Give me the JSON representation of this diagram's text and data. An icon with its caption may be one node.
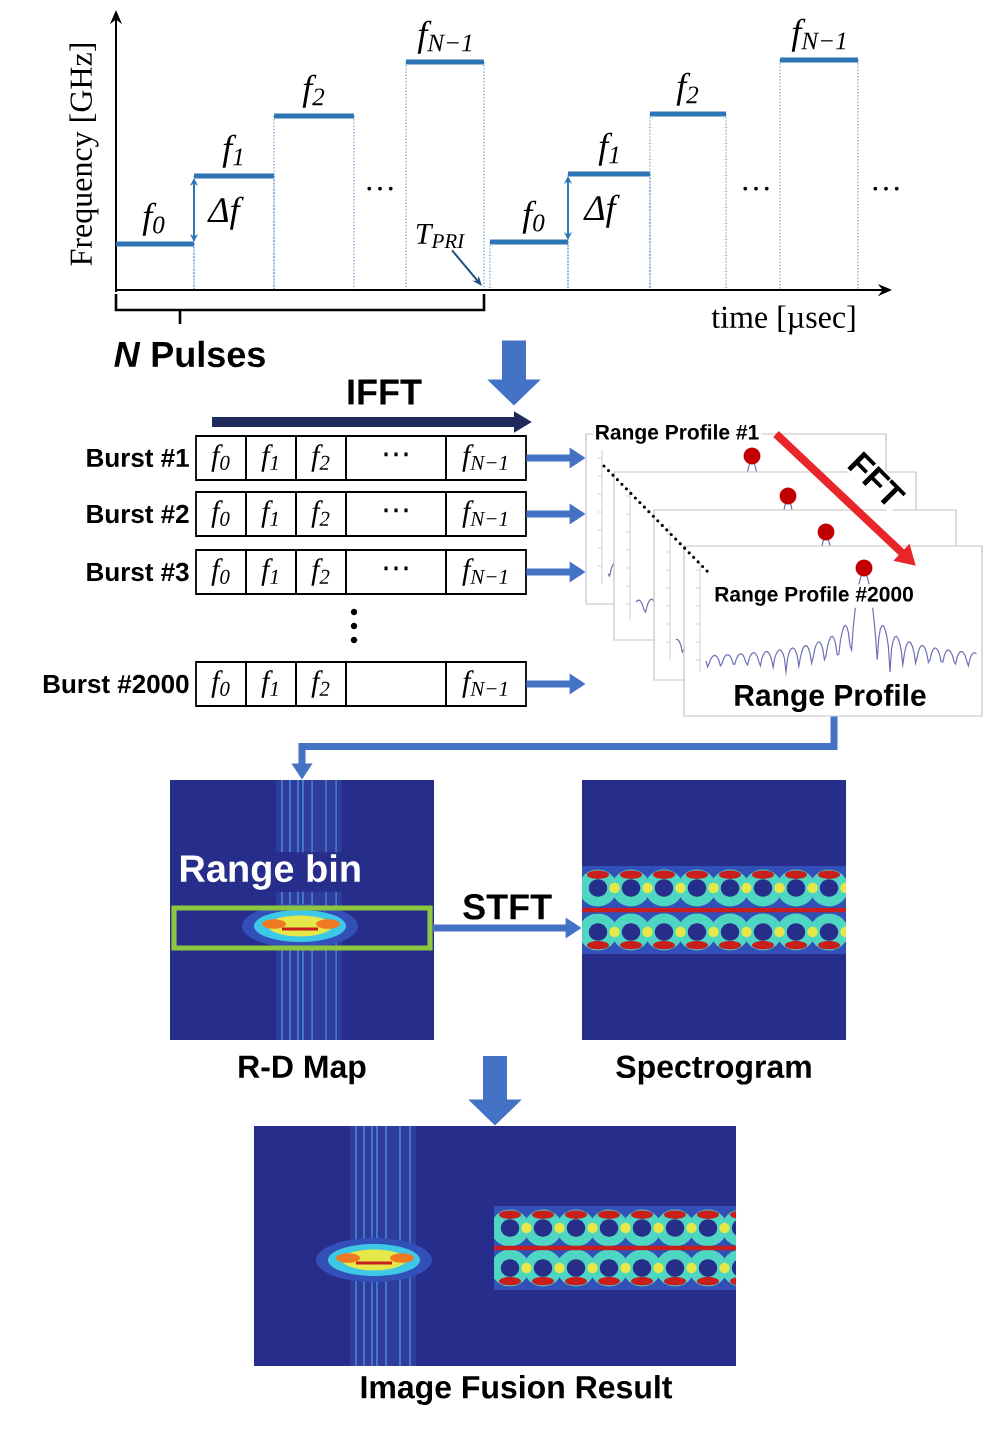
{
  "diagram": {
    "nodes": [
      {
        "text": [],
        "shape": "picture"
      },
      {
        "text": [
          "T$_{PRI}$"
        ],
        "in": 0
      },
      {
        "text": [
          "Burst #1",
          "f$_{0}$",
          "f$_{1}$",
          "f$_{2}$",
          "⋯",
          "f$_{N−1}$"
        ]
      },
      {
        "text": [
          "Burst #2",
          "f$_{0}$",
          "f$_{1}$",
          "f$_{2}$",
          "⋯",
          "f$_{N−1}$"
        ]
      },
      {
        "text": [
          "Burst #3",
          "f$_{0}$",
          "f$_{1}$",
          "f$_{2}$",
          "⋯",
          "f$_{N−1}$"
        ]
      },
      {
        "text": [
          "Burst #2000",
          "f$_{0}$",
          "f$_{1}$",
          "f$_{2}$",
          "f$_{N−1}$"
        ]
      },
      {
        "text": [
          "Range Profile #1",
          "Range Profile #2000",
          "Range Profile"
        ]
      },
      {
        "text": [],
        "shape": "picture",
        "beside": [
          "R-D Map"
        ]
      },
      {
        "text": [
          "Range bin"
        ],
        "in": 7
      },
      {
        "text": [],
        "shape": "picture",
        "beside": [
          "Spectrogram"
        ]
      },
      {
        "text": [],
        "shape": "picture",
        "beside": [
          "Image Fusion Result"
        ]
      }
    ],
    "edges": [
      {
        "from": 0,
        "to": 2,
        "arrow": "to",
        "style": "thick"
      },
      {
        "from": 1,
        "to": null,
        "arrow": "to",
        "color": "#1f4e79"
      },
      {
        "from": 2,
        "to": 6,
        "arrow": "to"
      },
      {
        "from": 3,
        "to": 6,
        "arrow": "to"
      },
      {
        "from": 4,
        "to": 6,
        "arrow": "to"
      },
      {
        "from": 5,
        "to": 6,
        "arrow": "to"
      },
      {
        "from": 6,
        "to": 7,
        "arrow": "to"
      },
      {
        "from": 8,
        "to": 9,
        "arrow": "to",
        "label": "STFT"
      },
      {
        "from": null,
        "to": 10,
        "arrow": "to",
        "style": "thick"
      }
    ],
    "labels": [
      "Frequency [GHz]",
      "f$_{0}$",
      "Δf",
      "f$_{1}$",
      "f$_{2}$",
      "…",
      "f$_{N−1}$",
      "f$_{0}$",
      "Δf",
      "f$_{1}$",
      "f$_{2}$",
      "…",
      "f$_{N−1}$",
      "…",
      "time [µsec]",
      "*N* Pulses",
      "IFFT",
      "FFT"
    ]
  }
}
